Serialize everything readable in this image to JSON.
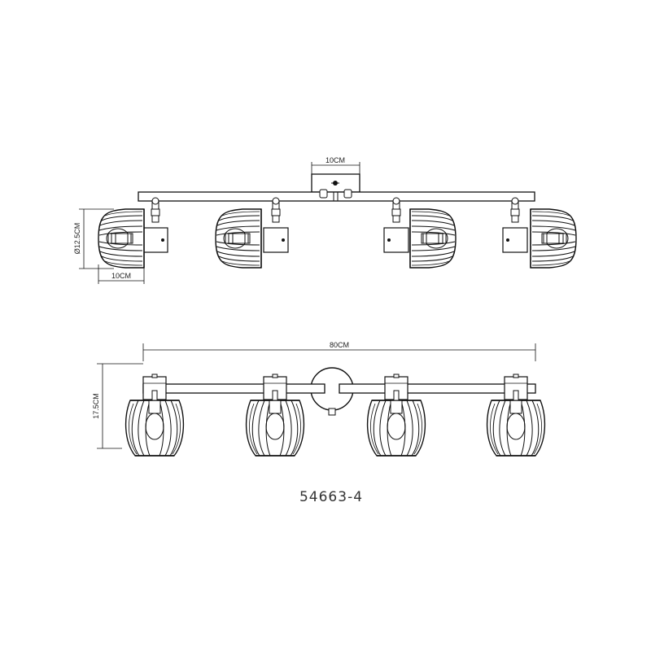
{
  "top_view": {
    "canopy_width_label": "10CM",
    "shade_diameter_label": "Ø12.5CM",
    "shade_depth_label": "10CM"
  },
  "front_view": {
    "overall_width_label": "80CM",
    "height_label": "17.5CM"
  },
  "model_number": "54663-4"
}
